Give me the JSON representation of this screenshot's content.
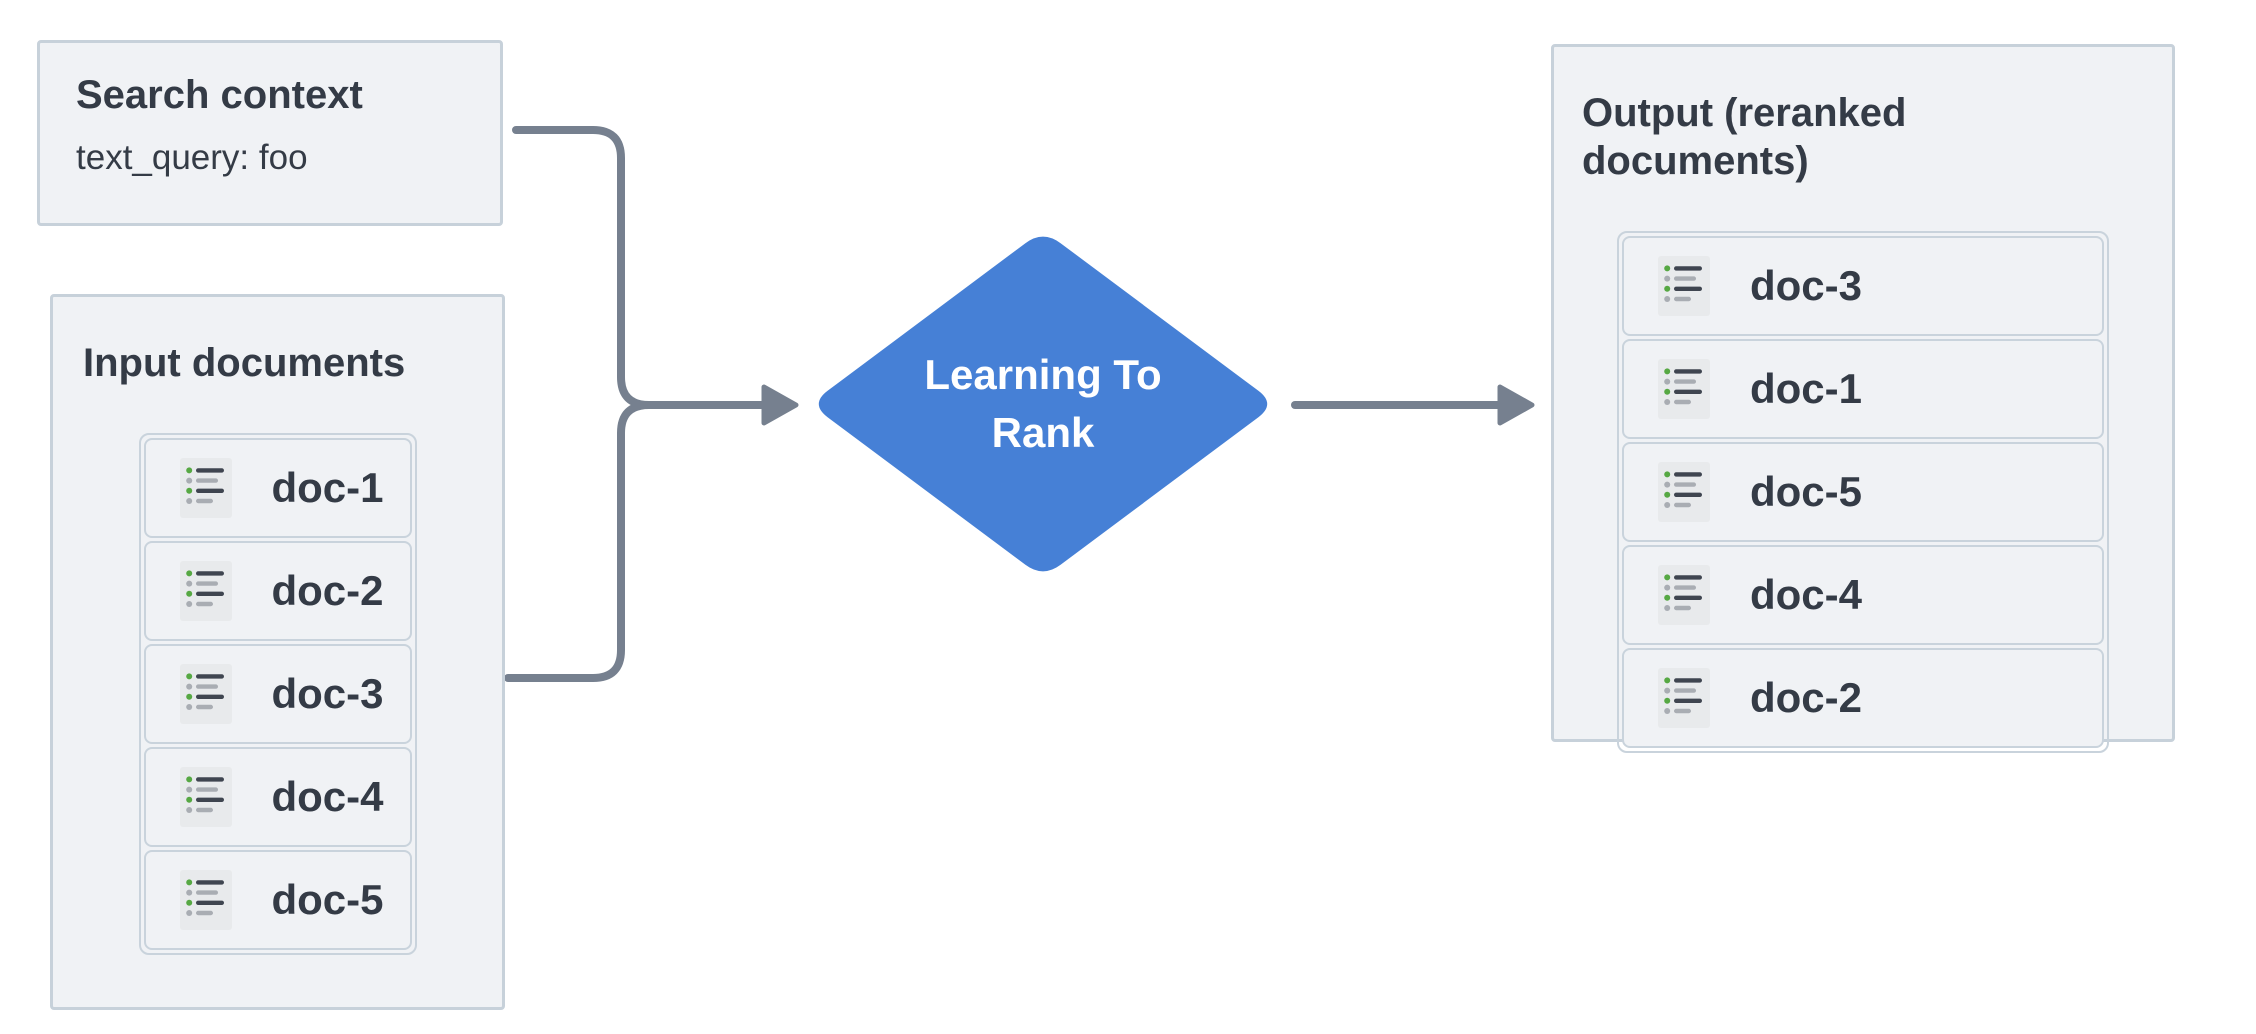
{
  "colors": {
    "page_bg": "#ffffff",
    "panel_bg": "#f0f2f5",
    "panel_border": "#c7d1da",
    "row_border": "#c9d3dc",
    "text": "#343b46",
    "arrow": "#76808f",
    "diamond_fill": "#4680d6",
    "diamond_text": "#ffffff",
    "icon_bg": "#e8eaec",
    "icon_green": "#56a843",
    "icon_dark": "#3f4550",
    "icon_gray": "#a9adb3"
  },
  "icons": {
    "doc_icon": "list-bullets-icon"
  },
  "search_context": {
    "title": "Search context",
    "query": "text_query: foo"
  },
  "input_documents": {
    "title": "Input documents",
    "docs": [
      "doc-1",
      "doc-2",
      "doc-3",
      "doc-4",
      "doc-5"
    ]
  },
  "process": {
    "label": "Learning To Rank"
  },
  "output_documents": {
    "title": "Output (reranked documents)",
    "docs": [
      "doc-3",
      "doc-1",
      "doc-5",
      "doc-4",
      "doc-2"
    ]
  }
}
